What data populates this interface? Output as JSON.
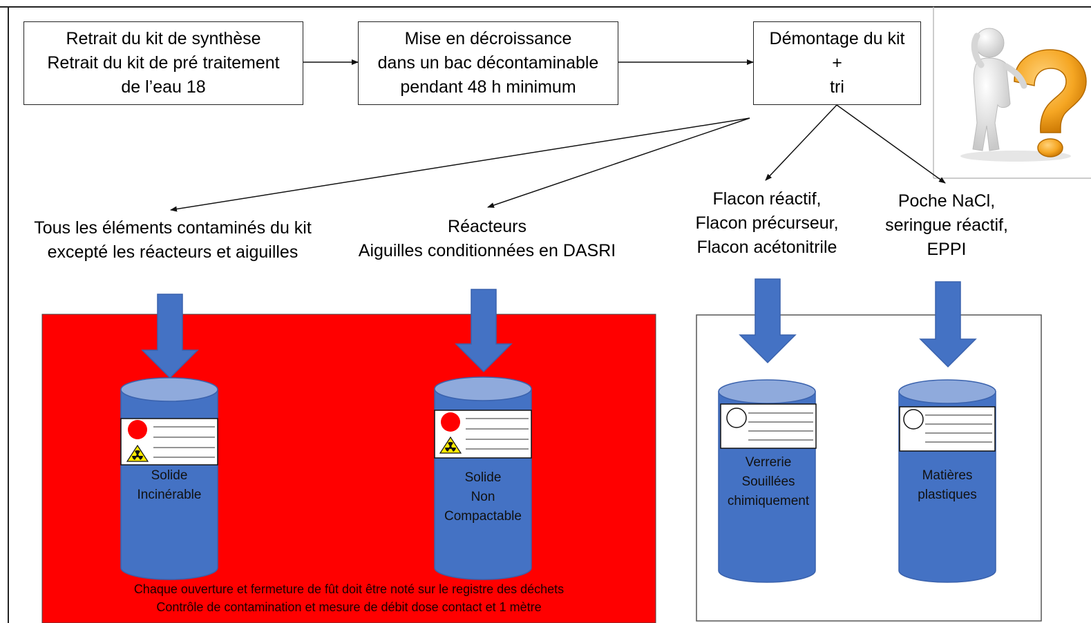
{
  "steps": [
    {
      "lines": [
        "Retrait du kit de synthèse",
        "Retrait du kit de pré traitement",
        "de l’eau 18"
      ]
    },
    {
      "lines": [
        "Mise en décroissance",
        "dans un bac décontaminable",
        "pendant 48 h minimum"
      ]
    },
    {
      "lines": [
        "Démontage du kit",
        "+",
        "tri"
      ]
    }
  ],
  "categories": [
    {
      "lines": [
        "Tous les éléments contaminés du kit",
        "excepté les réacteurs et aiguilles"
      ]
    },
    {
      "lines": [
        "Réacteurs",
        "Aiguilles conditionnées en DASRI"
      ]
    },
    {
      "lines": [
        "Flacon réactif,",
        "Flacon précurseur,",
        "Flacon acétonitrile"
      ]
    },
    {
      "lines": [
        "Poche NaCl,",
        "seringue réactif,",
        "EPPI"
      ]
    }
  ],
  "containers": [
    {
      "lines": [
        "Solide",
        "Incinérable"
      ],
      "label_type": "radioactive"
    },
    {
      "lines": [
        "Solide",
        "Non",
        "Compactable"
      ],
      "label_type": "radioactive"
    },
    {
      "lines": [
        "Verrerie",
        "Souillées",
        "chimiquement"
      ],
      "label_type": "chemical"
    },
    {
      "lines": [
        "Matières",
        "plastiques"
      ],
      "label_type": "chemical"
    }
  ],
  "radioactive_zone_note": {
    "lines": [
      "Chaque ouverture et fermeture de fût doit être noté sur le registre des déchets",
      "Contrôle de contamination et mesure de débit dose contact et 1 mètre"
    ]
  },
  "colors": {
    "radioactive_zone": "#ff0000",
    "barrel_body": "#4472c4",
    "barrel_top": "#8faadc",
    "arrow_fill": "#4472c4",
    "question_mark": "#f5a623"
  },
  "icons": {
    "thinking_figure": "person-with-question-mark-icon",
    "radiation": "radiation-trefoil-icon"
  }
}
